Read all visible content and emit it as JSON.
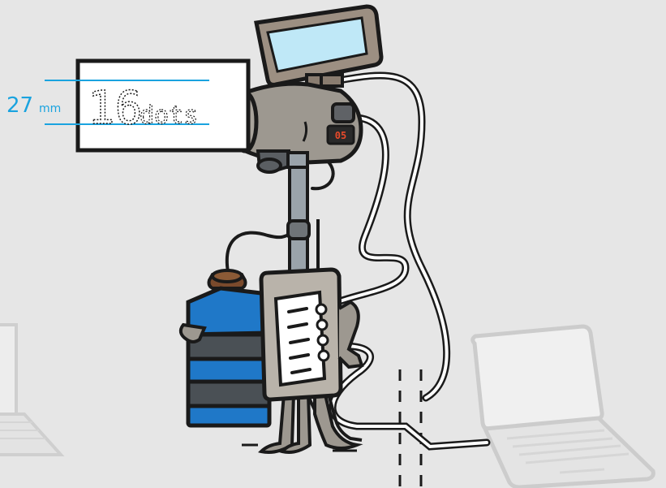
{
  "callout": {
    "height_value": "27",
    "height_unit": "mm",
    "digit": "16",
    "word": "dots"
  },
  "counter_display": "05",
  "colors": {
    "background": "#e6e6e6",
    "accent_blue": "#1aa3df",
    "outline": "#1a1a1a",
    "printer_metal": "#9d9890",
    "panel": "#b9b3aa",
    "screen_glass": "#bfe8f7",
    "ink_bottle_blue": "#1f78c8",
    "ink_bottle_dark": "#4a5055",
    "counter_red": "#e84a2a",
    "laptop_faded": "#cfcfcf"
  },
  "icons": {
    "laptop_left": "laptop-icon",
    "laptop_right": "laptop-icon",
    "printhead": "inkjet-printhead-icon",
    "ink_bottle": "ink-bottle-icon",
    "control_box": "control-box-icon"
  }
}
